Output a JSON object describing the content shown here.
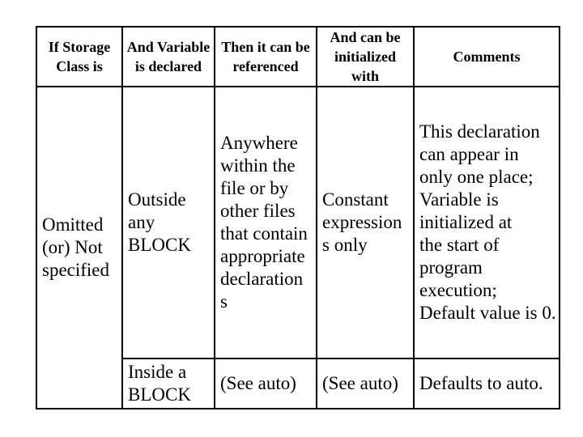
{
  "theme": {
    "background_color": "#ffffff",
    "border_color": "#000000",
    "text_color": "#000000"
  },
  "table": {
    "headers": [
      "If Storage\nClass is",
      "And Variable\nis declared",
      "Then it can be\nreferenced",
      "And can be\ninitialized\nwith",
      "Comments"
    ],
    "rows": {
      "omitted": {
        "storage_class": "Omitted\n(or) Not\nspecified",
        "outside_block": {
          "declared": "Outside\nany\nBLOCK",
          "referenced": "Anywhere\nwithin the\nfile or by\nother files\nthat contain\nappropriate\ndeclaration\ns",
          "initialized": "Constant\nexpression\ns only",
          "comments": "This declaration\ncan appear in\nonly one place;\nVariable is\ninitialized at\nthe start of\nprogram\nexecution;\nDefault value is 0."
        },
        "inside_block": {
          "declared": "Inside a\nBLOCK",
          "referenced": "(See auto)",
          "initialized": "(See auto)",
          "comments": "Defaults to auto."
        }
      }
    }
  }
}
